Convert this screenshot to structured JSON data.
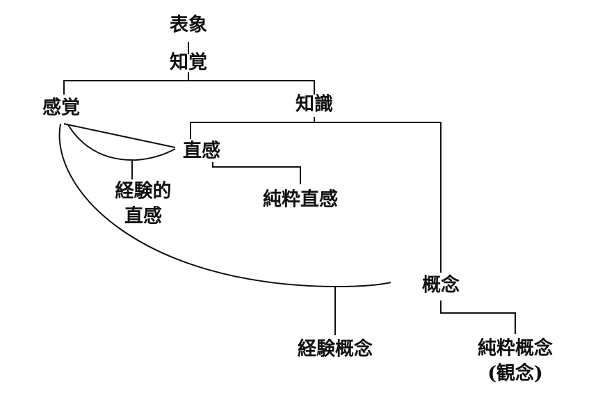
{
  "nodes": {
    "hyosho": "表象",
    "chikaku": "知覚",
    "kankaku": "感覚",
    "chishiki": "知識",
    "chokkan": "直感",
    "keiken_chokkan_line1": "経験的",
    "keiken_chokkan_line2": "直感",
    "junsui_chokkan": "純粋直感",
    "gainen": "概念",
    "keiken_gainen": "経験概念",
    "junsui_gainen_line1": "純粋概念",
    "junsui_gainen_line2": "(観念)"
  },
  "colors": {
    "ink": "#111111",
    "background": "#ffffff"
  }
}
